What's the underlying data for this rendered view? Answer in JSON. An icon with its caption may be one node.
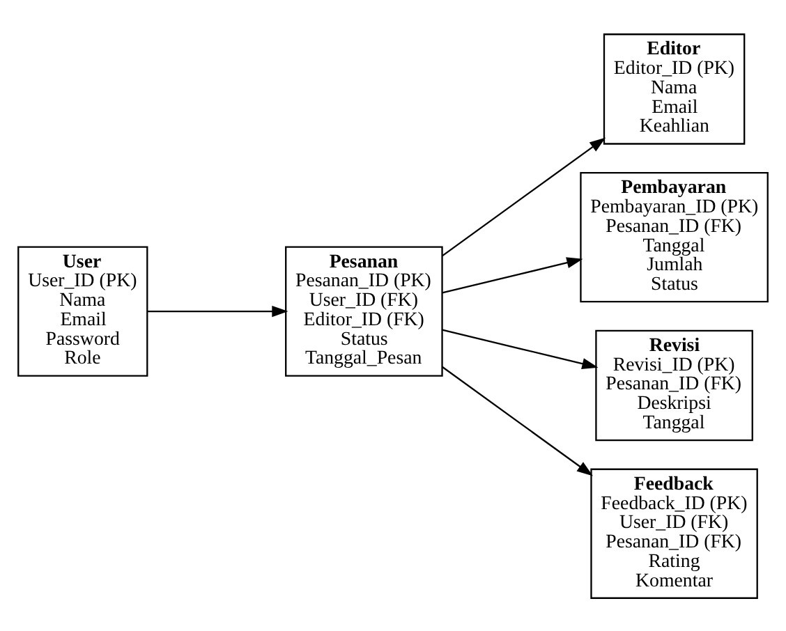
{
  "diagram": {
    "nodes": [
      {
        "text": [
          "User",
          "User_ID (PK)",
          "Nama",
          "Email",
          "Password",
          "Role"
        ]
      },
      {
        "text": [
          "Pesanan",
          "Pesanan_ID (PK)",
          "User_ID (FK)",
          "Editor_ID (FK)",
          "Status",
          "Tanggal_Pesan"
        ]
      },
      {
        "text": [
          "Editor",
          "Editor_ID (PK)",
          "Nama",
          "Email",
          "Keahlian"
        ]
      },
      {
        "text": [
          "Pembayaran",
          "Pembayaran_ID (PK)",
          "Pesanan_ID (FK)",
          "Tanggal",
          "Jumlah",
          "Status"
        ]
      },
      {
        "text": [
          "Revisi",
          "Revisi_ID (PK)",
          "Pesanan_ID (FK)",
          "Deskripsi",
          "Tanggal"
        ]
      },
      {
        "text": [
          "Feedback",
          "Feedback_ID (PK)",
          "User_ID (FK)",
          "Pesanan_ID (FK)",
          "Rating",
          "Komentar"
        ]
      }
    ],
    "edges": [
      {
        "from": 0,
        "to": 1,
        "arrow": "to"
      },
      {
        "from": 1,
        "to": 2,
        "arrow": "to"
      },
      {
        "from": 1,
        "to": 3,
        "arrow": "to"
      },
      {
        "from": 1,
        "to": 4,
        "arrow": "to"
      },
      {
        "from": 1,
        "to": 5,
        "arrow": "to"
      }
    ]
  }
}
